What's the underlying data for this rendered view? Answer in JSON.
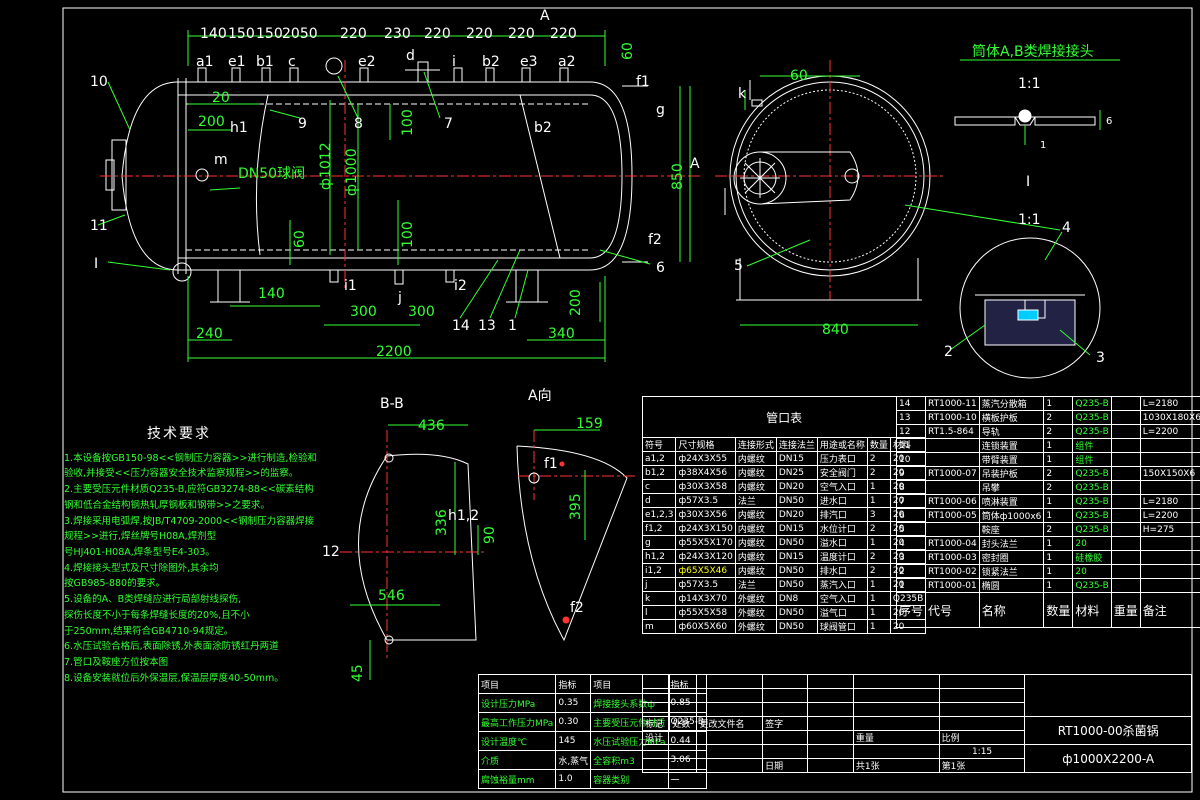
{
  "top_dims": [
    "140",
    "150",
    "150",
    "2050",
    "220",
    "230",
    "220",
    "220",
    "220",
    "220"
  ],
  "nozzle_letters": [
    "a1",
    "e1",
    "b1",
    "c",
    "e2",
    "d",
    "i",
    "b2",
    "e3",
    "a2"
  ],
  "labels": {
    "dn50": "DN50球阀",
    "phi1012": "ф1012",
    "phi1000": "ф1000",
    "d20": "20",
    "d200": "200",
    "h1": "h1",
    "m": "m",
    "d60": "60",
    "d100": "100",
    "d100b": "100",
    "d60b": "60",
    "d140": "140",
    "d240": "240",
    "d300a": "300",
    "d300b": "300",
    "d340": "340",
    "d2200": "2200",
    "d200b": "200",
    "i1": "i1",
    "i2": "i2",
    "j": "j",
    "f1": "f1",
    "f2": "f2",
    "g": "g",
    "b2": "b2",
    "p9": "9",
    "p8": "8",
    "p7": "7",
    "p10": "10",
    "p11": "11",
    "pI": "I",
    "p14": "14",
    "p13": "13",
    "p1": "1",
    "p6": "6",
    "p5": "5",
    "p4": "4",
    "A": "A",
    "A2": "A",
    "d850": "850",
    "d840": "840",
    "d60s": "60",
    "k": "k",
    "weld_title": "筒体A,B类焊接接头",
    "scale1": "1:1",
    "scale2": "1:1",
    "I2": "I",
    "n2": "2",
    "n3": "3",
    "d6": "6",
    "d1": "1",
    "bb": "B-B",
    "adir": "A向",
    "d436": "436",
    "d336": "336",
    "h12": "h1,2",
    "d90": "90",
    "d546": "546",
    "d45": "45",
    "d12": "12",
    "d159": "159",
    "d395": "395",
    "f1b": "f1",
    "f2b": "f2"
  },
  "tech": {
    "title": "技术要求",
    "items": [
      "1.本设备按GB150-98<<钢制压力容器>>进行制造,检验和",
      "验收,并接受<<压力容器安全技术监察规程>>的监察。",
      "2.主要受压元件材质Q235-B,应符GB3274-88<<碳素结构",
      "钢和低合金结构钢热轧厚钢板和钢带>>之要求。",
      "3.焊接采用电弧焊,按JB/T4709-2000<<钢制压力容器焊接",
      "规程>>进行,焊丝牌号H08A,焊剂型",
      "号HJ401-H08A,焊条型号E4-303。",
      "4.焊接接头型式及尺寸除图外,其余均",
      "按GB985-880的要求。",
      "5.设备的A、B类焊缝应进行局部射线探伤,",
      "探伤长度不小于每条焊缝长度的20%,且不小",
      "于250mm,结果符合GB4710-94规定。",
      "6.水压试验合格后,表面除锈,外表面涂防锈红丹两道",
      "7.管口及鞍座方位按本图",
      "8.设备安装就位后外保温层,保温层厚度40-50mm。"
    ]
  },
  "nozzle_table": {
    "title": "管口表",
    "headers": [
      "符号",
      "尺寸规格",
      "连接形式",
      "连接法兰",
      "用途或名称",
      "数量",
      "材料"
    ],
    "rows": [
      [
        "a1,2",
        "ф24X3X55",
        "内螺纹",
        "DN15",
        "压力表口",
        "2",
        "20"
      ],
      [
        "b1,2",
        "ф38X4X56",
        "内螺纹",
        "DN25",
        "安全阀门",
        "2",
        "20"
      ],
      [
        "c",
        "ф30X3X58",
        "内螺纹",
        "DN20",
        "空气入口",
        "1",
        "20"
      ],
      [
        "d",
        "ф57X3.5",
        "法兰",
        "DN50",
        "进水口",
        "1",
        "20"
      ],
      [
        "e1,2,3",
        "ф30X3X56",
        "内螺纹",
        "DN20",
        "排汽口",
        "3",
        "20"
      ],
      [
        "f1,2",
        "ф24X3X150",
        "内螺纹",
        "DN15",
        "水位计口",
        "2",
        "20"
      ],
      [
        "g",
        "ф55X5X170",
        "内螺纹",
        "DN50",
        "溢水口",
        "1",
        "20"
      ],
      [
        "h1,2",
        "ф24X3X120",
        "内螺纹",
        "DN15",
        "温度计口",
        "2",
        "20"
      ],
      [
        "i1,2",
        "ф65X5X46",
        "内螺纹",
        "DN50",
        "排水口",
        "2",
        "20"
      ],
      [
        "j",
        "ф57X3.5",
        "法兰",
        "DN50",
        "蒸汽入口",
        "1",
        "20"
      ],
      [
        "k",
        "ф14X3X70",
        "外螺纹",
        "DN8",
        "空气入口",
        "1",
        "Q235B"
      ],
      [
        "l",
        "ф55X5X58",
        "外螺纹",
        "DN50",
        "溢气口",
        "1",
        "20"
      ],
      [
        "m",
        "ф60X5X60",
        "外螺纹",
        "DN50",
        "球阀管口",
        "1",
        "20"
      ]
    ]
  },
  "parts": {
    "rows": [
      [
        "14",
        "RT1000-11",
        "蒸汽分散箱",
        "1",
        "Q235-B",
        "",
        "L=2180"
      ],
      [
        "13",
        "RT1000-10",
        "横板护板",
        "2",
        "Q235-B",
        "",
        "1030X180X6"
      ],
      [
        "12",
        "RT1.5-864",
        "导轨",
        "2",
        "Q235-B",
        "",
        "L=2200"
      ],
      [
        "11",
        "",
        "连锁装置",
        "1",
        "组件",
        "",
        ""
      ],
      [
        "10",
        "",
        "带臂装置",
        "1",
        "组件",
        "",
        ""
      ],
      [
        "9",
        "RT1000-07",
        "吊装护板",
        "2",
        "Q235-B",
        "",
        "150X150X6"
      ],
      [
        "8",
        "",
        "吊攀",
        "2",
        "Q235-B",
        "",
        ""
      ],
      [
        "7",
        "RT1000-06",
        "喷淋装置",
        "1",
        "Q235-B",
        "",
        "L=2180"
      ],
      [
        "6",
        "RT1000-05",
        "筒体ф1000x6",
        "1",
        "Q235-B",
        "",
        "L=2200"
      ],
      [
        "5",
        "",
        "鞍座",
        "2",
        "Q235-B",
        "",
        "H=275"
      ],
      [
        "4",
        "RT1000-04",
        "封头法兰",
        "1",
        "20",
        "",
        ""
      ],
      [
        "3",
        "RT1000-03",
        "密封圈",
        "1",
        "硅橡胶",
        "",
        ""
      ],
      [
        "2",
        "RT1000-02",
        "锁紧法兰",
        "1",
        "20",
        "",
        ""
      ],
      [
        "1",
        "RT1000-01",
        "椭圆",
        "1",
        "Q235-B",
        "",
        ""
      ]
    ],
    "footer": {
      "c1": "序号",
      "c2": "代号",
      "c3": "名称",
      "c4": "数量",
      "c5": "材料",
      "c6": "重量",
      "c7": "备注"
    }
  },
  "spec": {
    "rows": [
      [
        "项目",
        "指标",
        "项目",
        "指标"
      ],
      [
        "设计压力MPa",
        "0.35",
        "焊接接头系数ф",
        "0.85"
      ],
      [
        "最高工作压力MPa",
        "0.30",
        "主要受压元件材质",
        "Q235-B"
      ],
      [
        "设计温度℃",
        "145",
        "水压试验压力MPa",
        "0.44"
      ],
      [
        "介质",
        "水,蒸气",
        "全容积m3",
        "3.06"
      ],
      [
        "腐蚀裕量mm",
        "1.0",
        "容器类别",
        "一"
      ]
    ]
  },
  "title_block": {
    "row1": [
      "标记",
      "处数",
      "更改文件名",
      "签字"
    ],
    "design": "设计",
    "weight": "重量",
    "scale_label": "比例",
    "scale": "1:15",
    "name": "RT1000-00杀菌锅",
    "model": "ф1000X2200-A",
    "total_sheets": "共1张",
    "sheet": "第1张",
    "dept": "日期"
  }
}
